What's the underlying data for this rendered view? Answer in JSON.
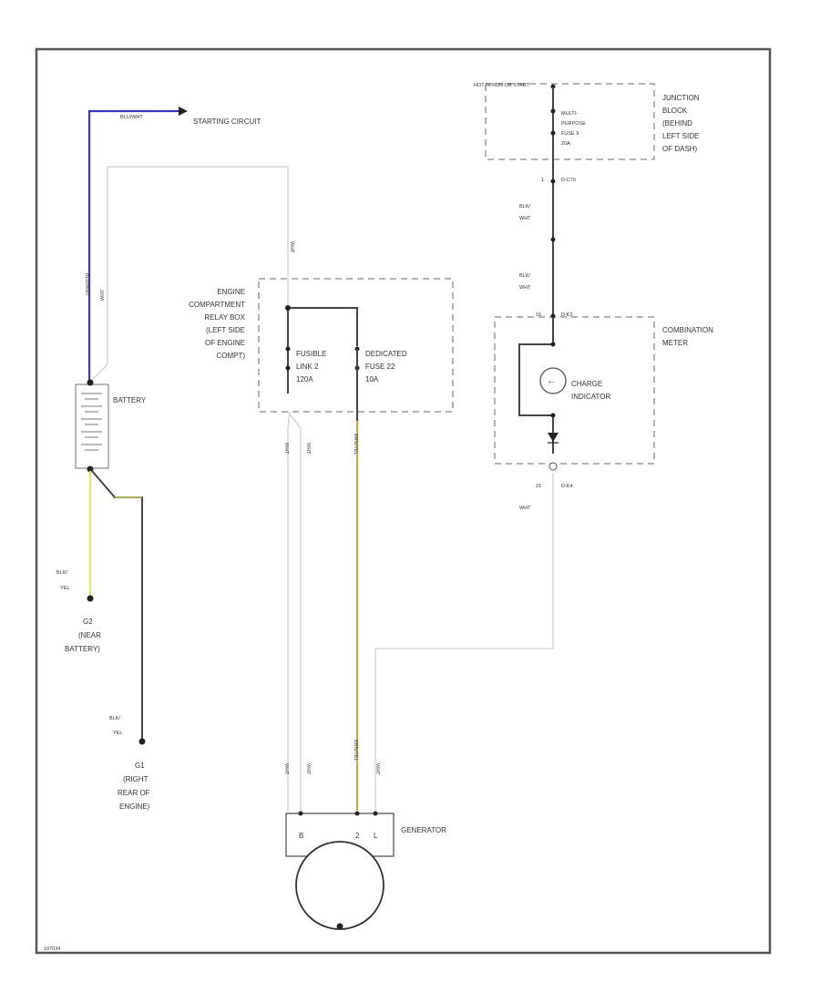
{
  "labels": {
    "starting_circuit": "STARTING CIRCUIT",
    "battery": "BATTERY",
    "hot_in_run": "HOT IN RUN OR START",
    "junction_block": [
      "JUNCTION",
      "BLOCK",
      "(BEHIND",
      "LEFT SIDE",
      "OF DASH)"
    ],
    "multi_purpose_fuse": [
      "MULTI-",
      "PURPOSE",
      "FUSE 9",
      "20A"
    ],
    "relay_box": [
      "ENGINE",
      "COMPARTMENT",
      "RELAY BOX",
      "(LEFT SIDE",
      "OF ENGINE",
      "COMPT)"
    ],
    "fusible_link": [
      "FUSIBLE",
      "LINK 2",
      "120A"
    ],
    "dedicated_fuse": [
      "DEDICATED",
      "FUSE 22",
      "10A"
    ],
    "combination_meter": [
      "COMBINATION",
      "METER"
    ],
    "charge_indicator": [
      "CHARGE",
      "INDICATOR"
    ],
    "generator": "GENERATOR",
    "g2_ground": [
      "G2",
      "(NEAR",
      "BATTERY)"
    ],
    "g1_ground": [
      "G1",
      "(RIGHT",
      "REAR OF",
      "ENGINE)"
    ],
    "terminal_b": "B",
    "terminal_2": "2",
    "terminal_l": "L",
    "footer_code": "107034"
  },
  "wires": {
    "blk_yel_1": [
      "BLK/",
      "YEL"
    ],
    "blk_yel_2": [
      "BLK/",
      "YEL"
    ],
    "blk_wht_1": [
      "BLK/",
      "WHT"
    ],
    "blk_wht_2": [
      "BLK/",
      "WHT"
    ],
    "wht_3": "WHT",
    "blue_wire": "BLU/WHT",
    "wht_battery": "WHT",
    "wht_top": "WHT",
    "wht_a": "WHT",
    "wht_b": "WHT",
    "wht_c": "WHT",
    "wht_d": "WHT",
    "wht_e": "WHT",
    "orange_1": "BRN/YEL",
    "orange_2": "BRN/YEL"
  },
  "connectors": {
    "c1_pin": "1",
    "c1_id": "D-C70",
    "c2_pin": "16",
    "c2_id": "D-K3",
    "c3_pin": "21",
    "c3_id": "D-K4"
  },
  "colors": {
    "wire_blue": "#3a36c8",
    "wire_yellow": "#e6e66e",
    "wire_orange": "#d9a240",
    "wire_white": "#d8d8d8",
    "wire_dark": "#444444",
    "frame": "#555555"
  }
}
